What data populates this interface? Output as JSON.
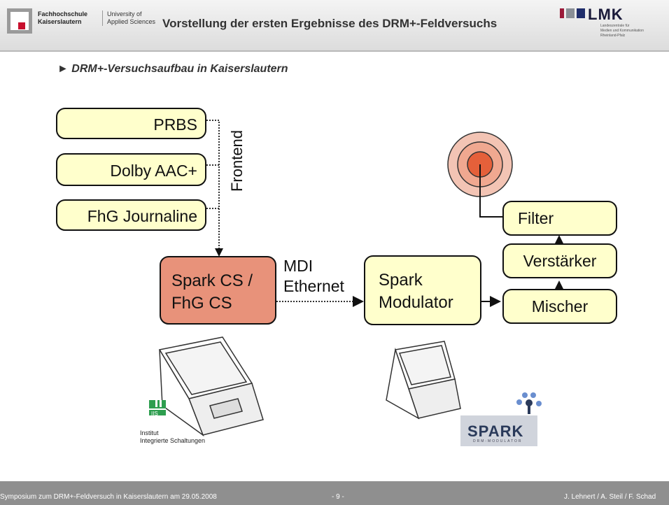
{
  "header": {
    "university_de": [
      "Fachhochschule",
      "Kaiserslautern"
    ],
    "university_en": [
      "University of",
      "Applied Sciences"
    ],
    "title": "Vorstellung der ersten Ergebnisse des DRM+-Feldversuchs",
    "lmk_logo": "LMK",
    "lmk_sub": [
      "Landeszentrale für",
      "Medien und Kommunikation",
      "Rheinland-Pfalz"
    ]
  },
  "section_title": "► DRM+-Versuchsaufbau in Kaiserslautern",
  "diagram": {
    "frontend_label": "Frontend",
    "inputs": [
      "PRBS",
      "Dolby AAC+",
      "FhG Journaline"
    ],
    "content_server": [
      "Spark CS /",
      "FhG CS"
    ],
    "link_label": [
      "MDI",
      "Ethernet"
    ],
    "modulator": [
      "Spark",
      "Modulator"
    ],
    "chain": [
      "Mischer",
      "Verstärker",
      "Filter"
    ]
  },
  "logos": {
    "iis": "IIS",
    "iis_text": [
      "Institut",
      "Integrierte Schaltungen"
    ],
    "spark": "SPARK",
    "spark_sub": "DRM-MODULATOR"
  },
  "footer": {
    "left": "Symposium zum DRM+-Feldversuch in Kaiserslautern am 29.05.2008",
    "center": "- 9 -",
    "right": "J. Lehnert / A. Steil / F. Schad"
  },
  "colors": {
    "box_fill": "#ffffcc",
    "cs_fill": "#e8927a",
    "target_outer": "#f3c4b4",
    "target_center": "#e5603a",
    "footer": "#8f8f8f"
  }
}
